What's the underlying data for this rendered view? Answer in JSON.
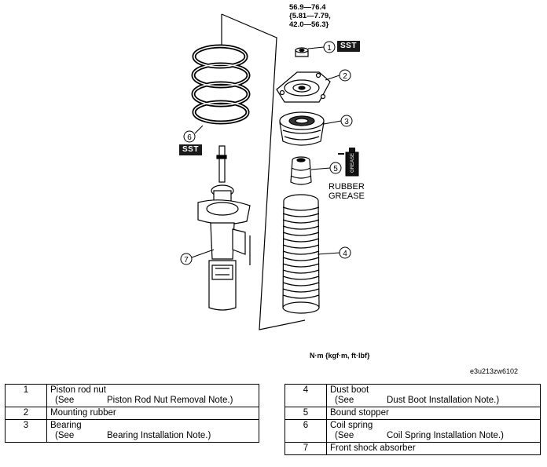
{
  "callouts": {
    "torque_line1": "56.9—76.4",
    "torque_line2": "{5.81—7.79,",
    "torque_line3": "42.0—56.3}",
    "sst_label": "SST",
    "grease_line1": "RUBBER",
    "grease_line2": "GREASE",
    "grease_can_text": "GREASE",
    "units": "N·m {kgf·m, ft·lbf}",
    "figure_code": "e3u213zw6102"
  },
  "markers": [
    "1",
    "2",
    "3",
    "4",
    "5",
    "6",
    "7"
  ],
  "parts_left": [
    {
      "num": "1",
      "name": "Piston rod nut",
      "see": "(See",
      "note": "Piston Rod Nut Removal Note.)"
    },
    {
      "num": "2",
      "name": "Mounting rubber",
      "see": "",
      "note": ""
    },
    {
      "num": "3",
      "name": "Bearing",
      "see": "(See",
      "note": "Bearing Installation Note.)"
    }
  ],
  "parts_right": [
    {
      "num": "4",
      "name": "Dust boot",
      "see": "(See",
      "note": "Dust Boot Installation Note.)"
    },
    {
      "num": "5",
      "name": "Bound stopper",
      "see": "",
      "note": ""
    },
    {
      "num": "6",
      "name": "Coil spring",
      "see": "(See",
      "note": "Coil Spring Installation Note.)"
    },
    {
      "num": "7",
      "name": "Front shock absorber",
      "see": "",
      "note": ""
    }
  ]
}
